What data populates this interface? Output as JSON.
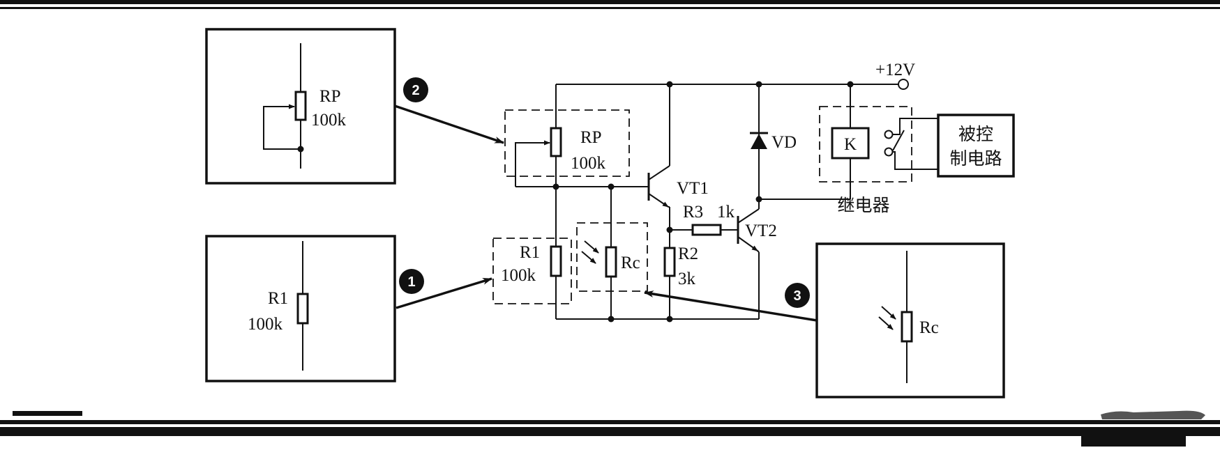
{
  "supply": {
    "label": "+12V"
  },
  "inset_potentiometer": {
    "marker": "2",
    "name": "RP",
    "value": "100k"
  },
  "inset_resistor": {
    "marker": "1",
    "name": "R1",
    "value": "100k"
  },
  "inset_photoresistor": {
    "marker": "3",
    "name": "Rc"
  },
  "components": {
    "rp": {
      "name": "RP",
      "value": "100k"
    },
    "r1": {
      "name": "R1",
      "value": "100k"
    },
    "rc": {
      "name": "Rc"
    },
    "r2": {
      "name": "R2",
      "value": "3k"
    },
    "r3": {
      "name": "R3",
      "value": "1k"
    },
    "vt1": {
      "name": "VT1"
    },
    "vt2": {
      "name": "VT2"
    },
    "vd": {
      "name": "VD"
    },
    "relay_coil": {
      "name": "K"
    }
  },
  "relay": {
    "caption": "继电器"
  },
  "load": {
    "line1": "被控",
    "line2": "制电路"
  }
}
